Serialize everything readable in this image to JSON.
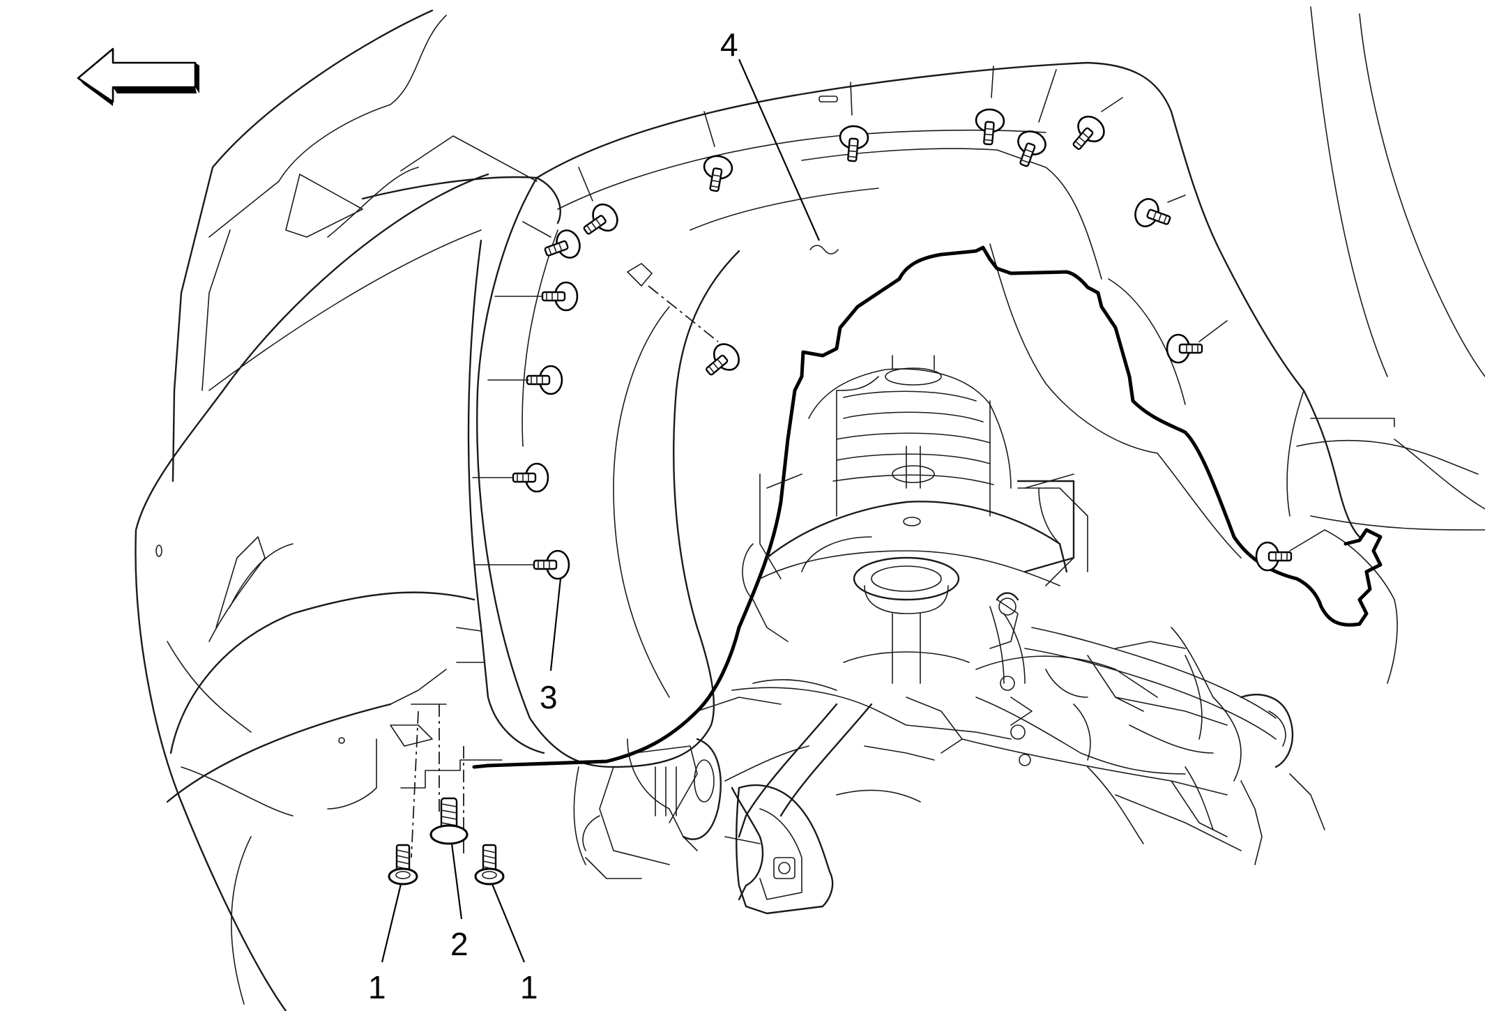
{
  "callouts": {
    "c1a": "1",
    "c1b": "1",
    "c2": "2",
    "c3": "3",
    "c4": "4"
  },
  "icons": {
    "direction": "arrow-left-icon",
    "fastener": "push-pin-retainer-icon",
    "screw": "screw-icon",
    "bolt": "bolt-icon"
  },
  "colors": {
    "ink": "#000000",
    "paper": "#ffffff"
  }
}
